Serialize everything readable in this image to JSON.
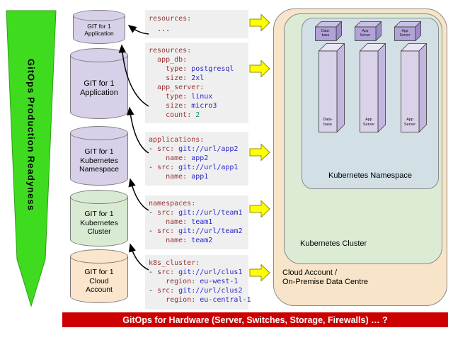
{
  "readiness": {
    "label": "GitOps Production Readyness"
  },
  "repos": [
    {
      "label": "GIT for 1\nApplication"
    },
    {
      "label": "GIT for 1\nApplication"
    },
    {
      "label": "GIT for 1\nKubernetes\nNamespace"
    },
    {
      "label": "GIT for 1\nKubernetes\nCluster"
    },
    {
      "label": "GIT for 1\nCloud\nAccount"
    }
  ],
  "code_blocks": [
    {
      "lines": [
        [
          {
            "t": "resources:",
            "c": "k"
          }
        ],
        [
          {
            "t": "  ...",
            "c": "p"
          }
        ]
      ]
    },
    {
      "lines": [
        [
          {
            "t": "resources:",
            "c": "k"
          }
        ],
        [
          {
            "t": "  ",
            "c": "p"
          },
          {
            "t": "app_db:",
            "c": "k"
          }
        ],
        [
          {
            "t": "    ",
            "c": "p"
          },
          {
            "t": "type:",
            "c": "k"
          },
          {
            "t": " postgresql",
            "c": "v"
          }
        ],
        [
          {
            "t": "    ",
            "c": "p"
          },
          {
            "t": "size:",
            "c": "k"
          },
          {
            "t": " 2xl",
            "c": "v"
          }
        ],
        [
          {
            "t": "  ",
            "c": "p"
          },
          {
            "t": "app_server:",
            "c": "k"
          }
        ],
        [
          {
            "t": "    ",
            "c": "p"
          },
          {
            "t": "type:",
            "c": "k"
          },
          {
            "t": " linux",
            "c": "v"
          }
        ],
        [
          {
            "t": "    ",
            "c": "p"
          },
          {
            "t": "size:",
            "c": "k"
          },
          {
            "t": " micro3",
            "c": "v"
          }
        ],
        [
          {
            "t": "    ",
            "c": "p"
          },
          {
            "t": "count:",
            "c": "k"
          },
          {
            "t": " 2",
            "c": "n"
          }
        ]
      ]
    },
    {
      "lines": [
        [
          {
            "t": "applications:",
            "c": "k"
          }
        ],
        [
          {
            "t": "- ",
            "c": "p"
          },
          {
            "t": "src:",
            "c": "k"
          },
          {
            "t": " git://url/app2",
            "c": "v"
          }
        ],
        [
          {
            "t": "    ",
            "c": "p"
          },
          {
            "t": "name:",
            "c": "k"
          },
          {
            "t": " app2",
            "c": "v"
          }
        ],
        [
          {
            "t": "- ",
            "c": "p"
          },
          {
            "t": "src:",
            "c": "k"
          },
          {
            "t": " git://url/app1",
            "c": "v"
          }
        ],
        [
          {
            "t": "    ",
            "c": "p"
          },
          {
            "t": "name:",
            "c": "k"
          },
          {
            "t": " app1",
            "c": "v"
          }
        ]
      ]
    },
    {
      "lines": [
        [
          {
            "t": "namespaces:",
            "c": "k"
          }
        ],
        [
          {
            "t": "- ",
            "c": "p"
          },
          {
            "t": "src:",
            "c": "k"
          },
          {
            "t": " git://url/team1",
            "c": "v"
          }
        ],
        [
          {
            "t": "    ",
            "c": "p"
          },
          {
            "t": "name:",
            "c": "k"
          },
          {
            "t": " team1",
            "c": "v"
          }
        ],
        [
          {
            "t": "- ",
            "c": "p"
          },
          {
            "t": "src:",
            "c": "k"
          },
          {
            "t": " git://url/team2",
            "c": "v"
          }
        ],
        [
          {
            "t": "    ",
            "c": "p"
          },
          {
            "t": "name:",
            "c": "k"
          },
          {
            "t": " team2",
            "c": "v"
          }
        ]
      ]
    },
    {
      "lines": [
        [
          {
            "t": "k8s_cluster:",
            "c": "k"
          }
        ],
        [
          {
            "t": "- ",
            "c": "p"
          },
          {
            "t": "src:",
            "c": "k"
          },
          {
            "t": " git://url/clus1",
            "c": "v"
          }
        ],
        [
          {
            "t": "    ",
            "c": "p"
          },
          {
            "t": "region:",
            "c": "k"
          },
          {
            "t": " eu-west-1",
            "c": "v"
          }
        ],
        [
          {
            "t": "- ",
            "c": "p"
          },
          {
            "t": "src:",
            "c": "k"
          },
          {
            "t": " git://url/clus2",
            "c": "v"
          }
        ],
        [
          {
            "t": "    ",
            "c": "p"
          },
          {
            "t": "region:",
            "c": "k"
          },
          {
            "t": " eu-central-1",
            "c": "v"
          }
        ]
      ]
    }
  ],
  "panel": {
    "cloud_label": "Cloud Account /\nOn-Premise Data Centre",
    "cluster_label": "Kubernetes Cluster",
    "namespace_label": "Kubernetes Namespace",
    "small_boxes": [
      "Data-\nbase",
      "App\nServer",
      "App\nServer"
    ],
    "tall_boxes": [
      "Data-\nbase",
      "App\nServer",
      "App\nServer"
    ]
  },
  "banner": {
    "label": "GitOps for Hardware (Server, Switches, Storage, Firewalls) … ?"
  },
  "colors": {
    "readiness_arrow": "#3fdb1f",
    "repo_purple": "#d8d0e8",
    "repo_green": "#d9ead3",
    "repo_tan": "#fbe5cd",
    "code_bg": "#efefef",
    "code_key": "#993333",
    "code_value": "#2929c9",
    "flow_arrow": "#ffff00",
    "cloud_box": "#f8e4c8",
    "cluster_box": "#dcebd4",
    "namespace_box": "#d2e0e6",
    "banner_bg": "#cc0000"
  }
}
